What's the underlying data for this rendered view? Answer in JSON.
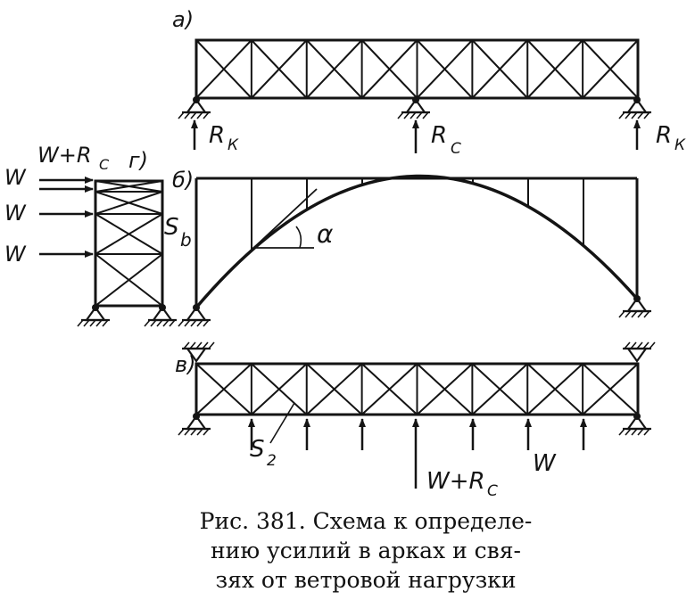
{
  "diagram": {
    "panel_labels": {
      "a": "а)",
      "b": "б)",
      "v": "в)",
      "g": "г)"
    },
    "labels": {
      "reaction_k": "R",
      "reaction_k_sub": "К",
      "reaction_c": "R",
      "reaction_c_sub": "C",
      "wind": "W",
      "wind_plus_rc": "W+R",
      "wind_plus_rc_sub": "C",
      "force_s": "S",
      "force_s_b_sub": "b",
      "force_s_2_sub": "2",
      "angle": "α"
    }
  },
  "caption": {
    "line1": "Рис. 381. Схема к определе-",
    "line2": "нию усилий  в арках и свя-",
    "line3": "зях от ветровой нагрузки"
  },
  "colors": {
    "ink": "#141414",
    "paper": "#ffffff"
  }
}
